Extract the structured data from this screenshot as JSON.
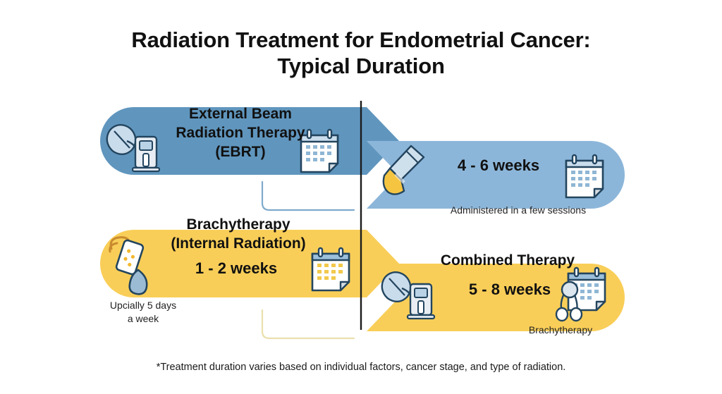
{
  "title": {
    "line1": "Radiation Treatment for Endometrial Cancer:",
    "line2": "Typical Duration"
  },
  "colors": {
    "blue_dark": "#6096BE",
    "blue_light": "#8CB6D9",
    "yellow": "#F9CE58",
    "yellow_light": "#FBD469",
    "divider": "#1b1b1b",
    "connector_blue": "#7FAACB",
    "connector_yellow": "#E9D89A",
    "text": "#111111",
    "icon_blue": "#2B4A66",
    "icon_fill_blue": "#B9D2E6",
    "icon_fill_yellow": "#F5C542",
    "icon_gray": "#D8DEE4"
  },
  "rows": [
    {
      "id": "ebrt",
      "left_band": {
        "label_lines": [
          "External Beam",
          "Radiation Therapy",
          "(EBRT)"
        ],
        "icons": [
          "radiation-machine-icon",
          "calendar-icon"
        ]
      },
      "right_band": {
        "duration": "4 - 6 weeks",
        "icons": [
          "applicator-brush-icon",
          "calendar-icon"
        ],
        "caption": "Administered in a few sessions"
      }
    },
    {
      "id": "brachytherapy",
      "left_band": {
        "label_lines": [
          "Brachytherapy",
          "(Internal Radiation)"
        ],
        "duration": "1 - 2 weeks",
        "icons": [
          "vial-applicator-icon",
          "calendar-icon"
        ],
        "caption_lines": [
          "Upcially 5 days",
          "a week"
        ]
      },
      "right_band": {
        "title": "Combined Therapy",
        "duration": "5 - 8 weeks",
        "icons": [
          "radiation-machine-icon",
          "calendar-stethoscope-icon"
        ],
        "caption": "Brachytherapy"
      }
    }
  ],
  "footnote": "*Treatment duration varies based on individual factors, cancer stage, and type of radiation."
}
